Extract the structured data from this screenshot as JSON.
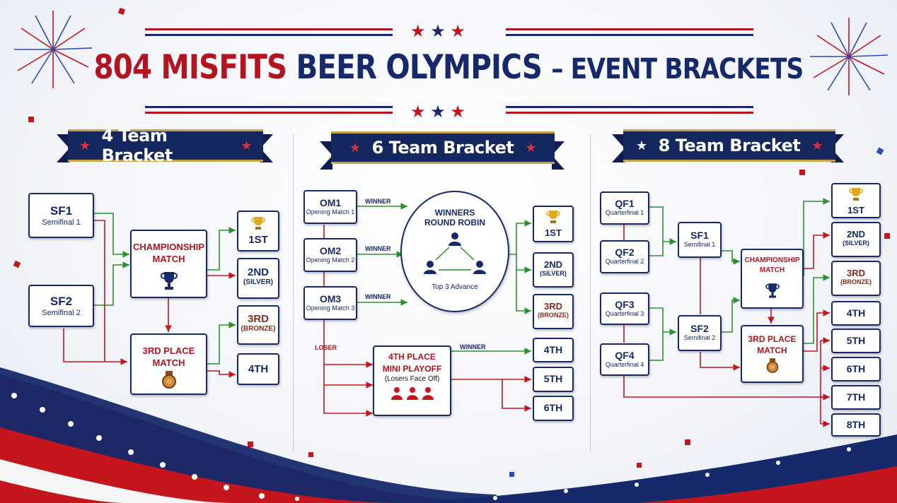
{
  "title": {
    "part1": "804 MISFITS",
    "part2": "BEER OLYMPICS",
    "part3": "– EVENT BRACKETS"
  },
  "colors": {
    "red": "#b3141f",
    "navy": "#16296a",
    "green": "#2f8f2f",
    "gold": "#c8a24a"
  },
  "bracket4": {
    "banner": "4 Team Bracket",
    "sf1": {
      "code": "SF1",
      "label": "Semifinal 1"
    },
    "sf2": {
      "code": "SF2",
      "label": "Semifinal 2"
    },
    "championship": {
      "line1": "CHAMPIONSHIP",
      "line2": "MATCH",
      "icon": "trophy-icon"
    },
    "third": {
      "line1": "3RD PLACE",
      "line2": "MATCH",
      "icon": "medal-icon"
    },
    "places": [
      {
        "main": "1ST",
        "sub": ""
      },
      {
        "main": "2ND",
        "sub": "(SILVER)"
      },
      {
        "main": "3RD",
        "sub": "(BRONZE)"
      },
      {
        "main": "4TH",
        "sub": ""
      }
    ]
  },
  "bracket6": {
    "banner": "6 Team Bracket",
    "om1": {
      "code": "OM1",
      "label": "Opening Match 1"
    },
    "om2": {
      "code": "OM2",
      "label": "Opening Match 2"
    },
    "om3": {
      "code": "OM3",
      "label": "Opening Match 3"
    },
    "winner": "WINNER",
    "loser": "LOSER",
    "robin": {
      "line1": "WINNERS",
      "line2": "ROUND ROBIN",
      "foot": "Top 3 Advance",
      "icon": "people-triangle-icon"
    },
    "playoff": {
      "line1": "4TH PLACE",
      "line2": "MINI PLAYOFF",
      "line3": "(Losers Face Off)",
      "icon": "people-icon"
    },
    "places": [
      {
        "main": "1ST",
        "sub": ""
      },
      {
        "main": "2ND",
        "sub": "(SILVER)"
      },
      {
        "main": "3RD",
        "sub": "(BRONZE)"
      },
      {
        "main": "4TH",
        "sub": ""
      },
      {
        "main": "5TH",
        "sub": ""
      },
      {
        "main": "6TH",
        "sub": ""
      }
    ]
  },
  "bracket8": {
    "banner": "8 Team Bracket",
    "qf": [
      {
        "code": "QF1",
        "label": "Quarterfinal 1"
      },
      {
        "code": "QF2",
        "label": "Quarterfinal 2"
      },
      {
        "code": "QF3",
        "label": "Quarterfinal 3"
      },
      {
        "code": "QF4",
        "label": "Quarterfinal 4"
      }
    ],
    "sf1": {
      "code": "SF1",
      "label": "Semifinal 1"
    },
    "sf2": {
      "code": "SF2",
      "label": "Semifinal 2"
    },
    "championship": {
      "line1": "CHAMPIONSHIP",
      "line2": "MATCH",
      "icon": "trophy-icon"
    },
    "third": {
      "line1": "3RD PLACE",
      "line2": "MATCH",
      "icon": "medal-icon"
    },
    "places": [
      {
        "main": "1ST",
        "sub": ""
      },
      {
        "main": "2ND",
        "sub": "(SILVER)"
      },
      {
        "main": "3RD",
        "sub": "(BRONZE)"
      },
      {
        "main": "4TH",
        "sub": ""
      },
      {
        "main": "5TH",
        "sub": ""
      },
      {
        "main": "6TH",
        "sub": ""
      },
      {
        "main": "7TH",
        "sub": ""
      },
      {
        "main": "8TH",
        "sub": ""
      }
    ]
  }
}
